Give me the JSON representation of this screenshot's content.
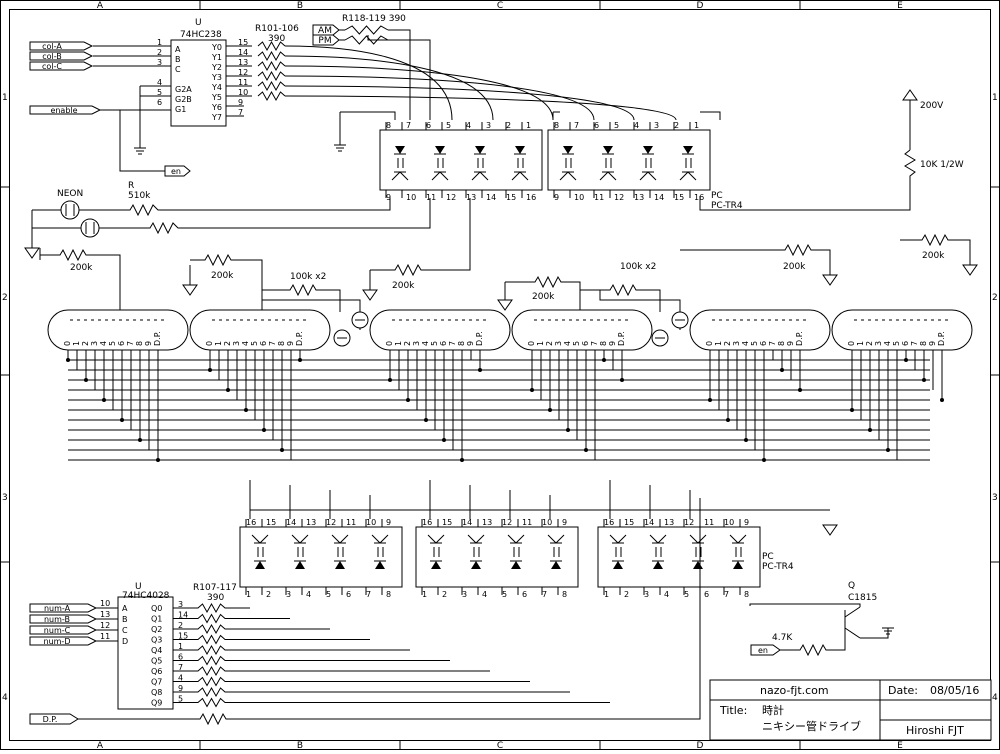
{
  "frame": {
    "cols": [
      "A",
      "B",
      "C",
      "D",
      "E"
    ],
    "rows": [
      "1",
      "2",
      "3",
      "4"
    ]
  },
  "ics": {
    "u_top": {
      "ref": "U",
      "part": "74HC238",
      "pins": [
        "A",
        "B",
        "C",
        "G2A",
        "G2B",
        "G1",
        "Y0",
        "Y1",
        "Y2",
        "Y3",
        "Y4",
        "Y5",
        "Y6",
        "Y7"
      ],
      "pin_numbers": [
        "1",
        "2",
        "3",
        "4",
        "5",
        "6",
        "15",
        "14",
        "13",
        "12",
        "11",
        "10",
        "9",
        "7"
      ]
    },
    "u_bot": {
      "ref": "U",
      "part": "74HC4028",
      "pins": [
        "A",
        "B",
        "C",
        "D"
      ],
      "pin_numbers": [
        "10",
        "13",
        "12",
        "11"
      ],
      "outputs": [
        "Q0",
        "Q1",
        "Q2",
        "Q3",
        "Q4",
        "Q5",
        "Q6",
        "Q7",
        "Q8",
        "Q9"
      ],
      "output_pins": [
        "3",
        "14",
        "2",
        "15",
        "1",
        "6",
        "7",
        "4",
        "9",
        "5"
      ]
    }
  },
  "ports": {
    "col_a": "col-A",
    "col_b": "col-B",
    "col_c": "col-C",
    "enable": "enable",
    "en_top": "en",
    "en_bottom": "en",
    "am": "AM",
    "pm": "PM",
    "num_a": "num-A",
    "num_b": "num-B",
    "num_c": "num-C",
    "num_d": "num-D",
    "dp": "D.P."
  },
  "labels": {
    "r101_106": "R101-106",
    "r101_106_val": "390",
    "r118_119": "R118-119  390",
    "r107_117": "R107-117",
    "r107_117_val": "390",
    "pc_top_1": "PC",
    "pc_top_2": "PC-TR4",
    "pc_bot_1": "PC",
    "pc_bot_2": "PC-TR4",
    "supply": "200V",
    "r10k": "10K 1/2W",
    "neon": "NEON",
    "r_ref": "R",
    "r_510k": "510k",
    "r_200k_a": "200k",
    "r_200k_b": "200k",
    "r_200k_c": "200k",
    "r_200k_d": "200k",
    "r_200k_e": "200k",
    "r_200k_f": "200k",
    "r_100k_a": "100k x2",
    "r_100k_b": "100k x2",
    "q_ref": "Q",
    "q_part": "C1815",
    "r47k": "4.7K"
  },
  "pc_top_pins": {
    "top": [
      "8",
      "7",
      "6",
      "5",
      "4",
      "3",
      "2",
      "1"
    ],
    "bottom": [
      "9",
      "10",
      "11",
      "12",
      "13",
      "14",
      "15",
      "16"
    ]
  },
  "pc_bottom_pins": {
    "top": [
      "16",
      "15",
      "14",
      "13",
      "12",
      "11",
      "10",
      "9"
    ],
    "bottom": [
      "1",
      "2",
      "3",
      "4",
      "5",
      "6",
      "7",
      "8"
    ]
  },
  "tubes": {
    "count": 6,
    "digits": [
      "0",
      "1",
      "2",
      "3",
      "4",
      "5",
      "6",
      "7",
      "8",
      "9",
      "D.P."
    ]
  },
  "title_block": {
    "site": "nazo-fjt.com",
    "date_label": "Date:",
    "date": "08/05/16",
    "title_label": "Title:",
    "title_1": "時計",
    "title_2": "ニキシー管ドライブ",
    "author": "Hiroshi FJT"
  }
}
